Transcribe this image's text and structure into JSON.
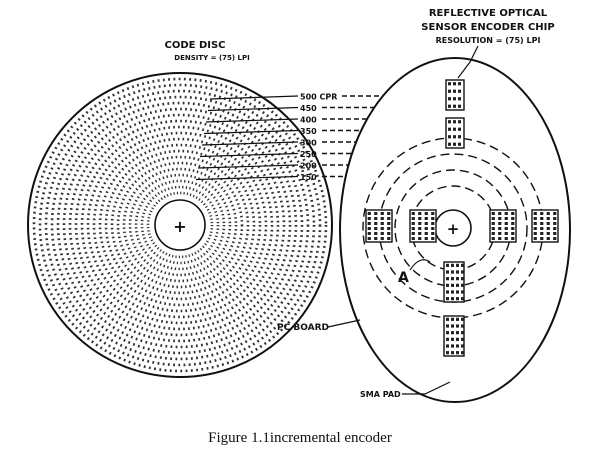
{
  "labels": {
    "code_disc_title": "CODE DISC",
    "code_disc_density": "DENSITY = (75) LPI",
    "sensor_line1": "REFLECTIVE OPTICAL",
    "sensor_line2": "SENSOR ENCODER CHIP",
    "sensor_line3": "RESOLUTION = (75) LPI",
    "pc_board": "PC BOARD",
    "smd_pad": "SMA PAD",
    "point_a": "A",
    "center_mark": "+"
  },
  "cpr_values": [
    "500 CPR",
    "450",
    "400",
    "350",
    "300",
    "250",
    "200",
    "150"
  ],
  "caption": "Figure 1.1incremental encoder"
}
